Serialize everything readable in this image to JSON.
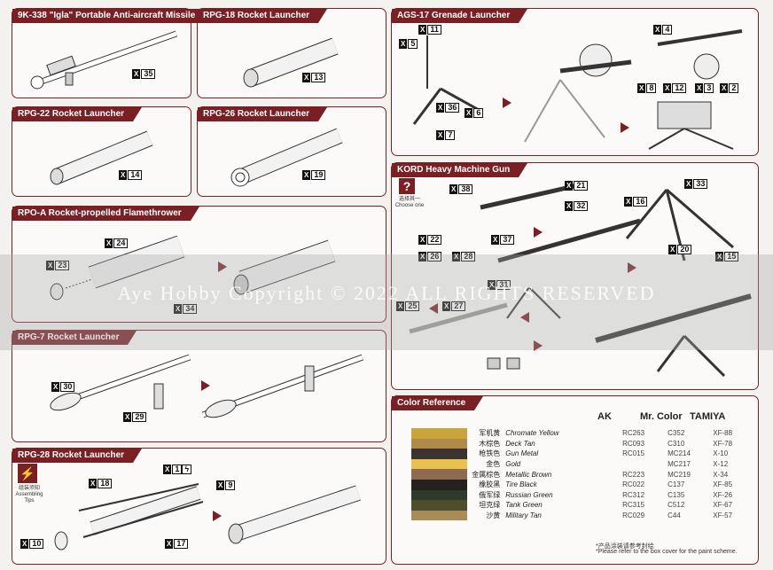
{
  "panels": {
    "igla": {
      "title": "9K-338 \"Igla\" Portable Anti-aircraft Missile",
      "parts": [
        "35"
      ]
    },
    "rpg18": {
      "title": "RPG-18 Rocket Launcher",
      "parts": [
        "13"
      ]
    },
    "rpg22": {
      "title": "RPG-22 Rocket Launcher",
      "parts": [
        "14"
      ]
    },
    "rpg26": {
      "title": "RPG-26 Rocket Launcher",
      "parts": [
        "19"
      ]
    },
    "rpoa": {
      "title": "RPO-A Rocket-propelled Flamethrower",
      "parts": [
        "24",
        "23",
        "34"
      ]
    },
    "rpg7": {
      "title": "RPG-7 Rocket Launcher",
      "parts": [
        "30",
        "29"
      ]
    },
    "rpg28": {
      "title": "RPG-28 Rocket Launcher",
      "parts": [
        "18",
        "1",
        "9",
        "10",
        "17"
      ],
      "icon_label": "组装须知",
      "icon_sub": "Assembling Tips"
    },
    "ags17": {
      "title": "AGS-17 Grenade Launcher",
      "parts": [
        "11",
        "5",
        "36",
        "6",
        "7",
        "4",
        "8",
        "12",
        "3",
        "2"
      ]
    },
    "kord": {
      "title": "KORD Heavy Machine Gun",
      "choose_cn": "选择其一",
      "choose_en": "Choose one",
      "parts": [
        "38",
        "21",
        "32",
        "16",
        "33",
        "37",
        "20",
        "15",
        "22",
        "26",
        "28",
        "31",
        "25",
        "27"
      ]
    }
  },
  "watermark": "Aye Hobby  Copyright © 2022  ALL RIGHTS RESERVED",
  "color_reference": {
    "title": "Color Reference",
    "headers": {
      "ak": "AK",
      "mr_color": "Mr. Color",
      "tamiya": "TAMIYA"
    },
    "rows": [
      {
        "swatch": "#c9a43a",
        "cn": "军机黄",
        "en": "Chromate Yellow",
        "ak": "RC263",
        "mr": "C352",
        "tamiya": "XF-88"
      },
      {
        "swatch": "#b08a4a",
        "cn": "木棕色",
        "en": "Deck Tan",
        "ak": "RC093",
        "mr": "C310",
        "tamiya": "XF-78"
      },
      {
        "swatch": "#3a3330",
        "cn": "枪铁色",
        "en": "Gun Metal",
        "ak": "RC015",
        "mr": "MC214",
        "tamiya": "X-10"
      },
      {
        "swatch": "#e8c24a",
        "cn": "金色",
        "en": "Gold",
        "ak": "",
        "mr": "MC217",
        "tamiya": "X-12"
      },
      {
        "swatch": "#8e6a52",
        "cn": "金属棕色",
        "en": "Metallic Brown",
        "ak": "RC223",
        "mr": "MC219",
        "tamiya": "X-34"
      },
      {
        "swatch": "#232020",
        "cn": "橡胶黑",
        "en": "Tire Black",
        "ak": "RC022",
        "mr": "C137",
        "tamiya": "XF-85"
      },
      {
        "swatch": "#2f3a2a",
        "cn": "俄军绿",
        "en": "Russian Green",
        "ak": "RC312",
        "mr": "C135",
        "tamiya": "XF-26"
      },
      {
        "swatch": "#4f4e2c",
        "cn": "坦克绿",
        "en": "Tank Green",
        "ak": "RC315",
        "mr": "C512",
        "tamiya": "XF-67"
      },
      {
        "swatch": "#a98b55",
        "cn": "沙黄",
        "en": "Military Tan",
        "ak": "RC029",
        "mr": "C44",
        "tamiya": "XF-57"
      }
    ],
    "note_cn": "*产品涂装请参考封绘",
    "note_en": "*Please refer to the box cover for the paint scheme."
  },
  "colors": {
    "accent": "#7a1f24"
  }
}
